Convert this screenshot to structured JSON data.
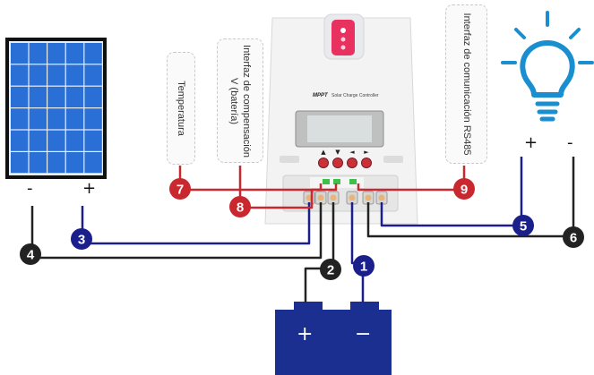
{
  "labels": {
    "temperature": "Temperatura",
    "voltage_compensation": "Interfaz de compensación V (batería)",
    "rs485": "Interfaz de comunicación RS485"
  },
  "controller": {
    "brand": "MPPT",
    "subtitle": "Solar Charge Controller",
    "buttons": [
      "▲",
      "▼",
      "◄",
      "►"
    ]
  },
  "panel_signs": {
    "minus": "-",
    "plus": "+"
  },
  "load_signs": {
    "plus": "+",
    "minus": "-"
  },
  "battery_signs": {
    "plus": "+",
    "minus": "−"
  },
  "markers": [
    {
      "num": "1",
      "color": "#1a1f8c"
    },
    {
      "num": "2",
      "color": "#222222"
    },
    {
      "num": "3",
      "color": "#1a1f8c"
    },
    {
      "num": "4",
      "color": "#222222"
    },
    {
      "num": "5",
      "color": "#1a1f8c"
    },
    {
      "num": "6",
      "color": "#222222"
    },
    {
      "num": "7",
      "color": "#c8282e"
    },
    {
      "num": "8",
      "color": "#c8282e"
    },
    {
      "num": "9",
      "color": "#c8282e"
    }
  ],
  "colors": {
    "positive_wire": "#1a1f8c",
    "negative_wire": "#222222",
    "signal_wire": "#c8282e",
    "panel_cell": "#2a6fd6",
    "battery": "#1a2f8f",
    "bulb": "#1a8fd0"
  },
  "icons": [
    "solar-panel-icon",
    "light-bulb-icon",
    "battery-icon"
  ]
}
